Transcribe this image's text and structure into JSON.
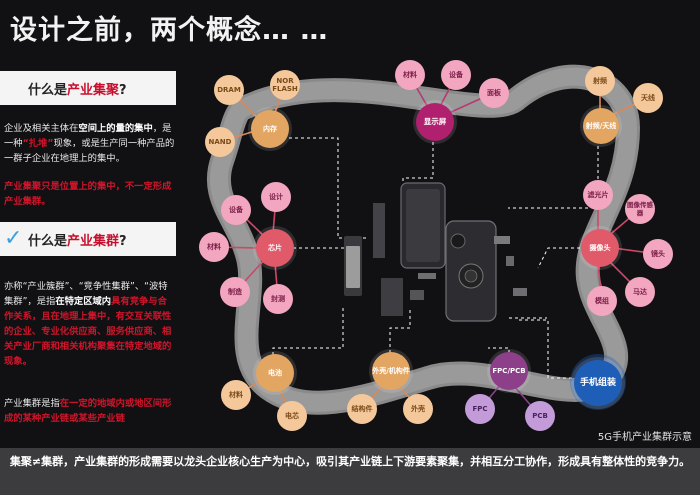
{
  "title": "设计之前，两个概念… …",
  "left": {
    "q1": {
      "prefix": "什么是",
      "em": "产业集聚",
      "suffix": "?"
    },
    "p1": {
      "a": "企业及相关主体在",
      "b": "空间上的量的集中",
      "c": "，是一种",
      "d": "“扎堆”",
      "e": "现象，或是生产同一种产品的一群子企业在地理上的集中。"
    },
    "p2": "产业集聚只是位置上的集中，不一定形成产业集群。",
    "q2": {
      "prefix": "什么是",
      "em": "产业集群",
      "suffix": "?"
    },
    "p3": {
      "a": "亦称“产业簇群”、“竞争性集群”、“波特集群”，是指",
      "b": "在特定区域内",
      "c": "具有竞争与合作关系，且在地理上集中，有交互关联性的企业、专业化供应商、服务供应商、相关产业厂商和相关机构聚集在特定地域的现象。"
    },
    "p4": {
      "a": "产业集群是指",
      "b": "在一定的地域内或地区间形成的某种产业链或某些产业链"
    }
  },
  "diagram": {
    "hubs": {
      "display": "显示屏",
      "flash": "内存",
      "chip": "芯片",
      "battery": "电池",
      "case": "外壳/机构件",
      "fpc": "FPC/PCB",
      "camera": "摄像头",
      "rf": "射频/天线",
      "assembly": "手机组装"
    },
    "leaves": {
      "material1": "材料",
      "equip1": "设备",
      "panel": "面板",
      "dram": "DRAM",
      "nor": "NOR FLASH",
      "nand": "NAND",
      "design": "设计",
      "equip2": "设备",
      "material2": "材料",
      "package": "封测",
      "foundry": "制造",
      "material3": "材料",
      "pack": "电芯",
      "struct": "结构件",
      "shell": "外壳",
      "fpc": "FPC",
      "pcb": "PCB",
      "rf1": "射频",
      "antenna": "天线",
      "filter": "滤光片",
      "sensor": "图像传感器",
      "lens": "镜头",
      "motor": "马达",
      "module": "模组"
    },
    "caption": "5G手机产业集群示意"
  },
  "footer": "集聚≠集群，产业集群的形成需要以龙头企业核心生产为中心，吸引其产业链上下游要素聚集，并相互分工协作，形成具有整体性的竞争力。",
  "colors": {
    "hub_magenta": "#b0206e",
    "hub_orange": "#e3a562",
    "hub_coral": "#e05a6a",
    "hub_purple": "#8d3f8a",
    "hub_blue": "#1f5eb7",
    "leaf_pink": "#f3a6bf",
    "leaf_peach": "#f4c89b",
    "leaf_purple": "#c49bd9",
    "road": "#8a8a8a"
  }
}
